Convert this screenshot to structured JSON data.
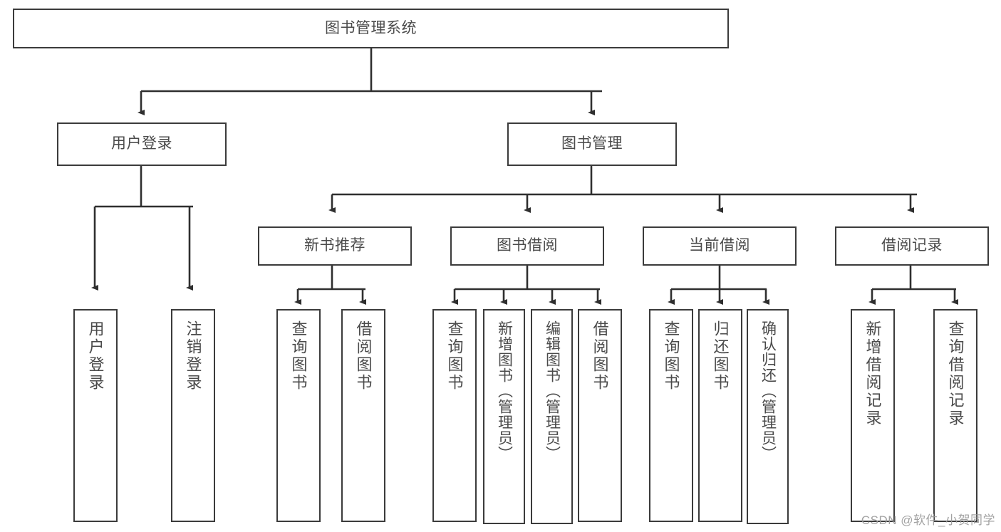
{
  "diagram": {
    "type": "tree-hierarchy",
    "title": "图书管理系统",
    "stroke_color": "#3b3b3b",
    "text_color": "#4a4a4a",
    "background_color": "#ffffff",
    "root": {
      "id": "root",
      "label": "图书管理系统",
      "orientation": "horizontal"
    },
    "level2": [
      {
        "id": "user-login",
        "label": "用户登录",
        "orientation": "horizontal"
      },
      {
        "id": "book-management",
        "label": "图书管理",
        "orientation": "horizontal"
      }
    ],
    "level3": [
      {
        "id": "new-book-recommend",
        "label": "新书推荐",
        "orientation": "horizontal"
      },
      {
        "id": "book-borrow",
        "label": "图书借阅",
        "orientation": "horizontal"
      },
      {
        "id": "current-borrow",
        "label": "当前借阅",
        "orientation": "horizontal"
      },
      {
        "id": "borrow-record",
        "label": "借阅记录",
        "orientation": "horizontal"
      }
    ],
    "leaves": {
      "user_login": [
        {
          "id": "leaf-user-login",
          "label": "用户登录",
          "orientation": "vertical"
        },
        {
          "id": "leaf-logout-login",
          "label": "注销登录",
          "orientation": "vertical"
        }
      ],
      "new_book_recommend": [
        {
          "id": "leaf-query-book-1",
          "label": "查询图书",
          "orientation": "vertical"
        },
        {
          "id": "leaf-borrow-book-1",
          "label": "借阅图书",
          "orientation": "vertical"
        }
      ],
      "book_borrow": [
        {
          "id": "leaf-query-book-2",
          "label": "查询图书",
          "orientation": "vertical"
        },
        {
          "id": "leaf-add-book",
          "label": "新增图书（管理员）",
          "orientation": "vertical"
        },
        {
          "id": "leaf-edit-book",
          "label": "编辑图书（管理员）",
          "orientation": "vertical"
        },
        {
          "id": "leaf-borrow-book-2",
          "label": "借阅图书",
          "orientation": "vertical"
        }
      ],
      "current_borrow": [
        {
          "id": "leaf-query-book-3",
          "label": "查询图书",
          "orientation": "vertical"
        },
        {
          "id": "leaf-return-book",
          "label": "归还图书",
          "orientation": "vertical"
        },
        {
          "id": "leaf-confirm-return",
          "label": "确认归还（管理员）",
          "orientation": "vertical"
        }
      ],
      "borrow_record": [
        {
          "id": "leaf-add-record",
          "label": "新增借阅记录",
          "orientation": "vertical"
        },
        {
          "id": "leaf-query-record",
          "label": "查询借阅记录",
          "orientation": "vertical"
        }
      ]
    }
  },
  "watermark": {
    "text": "CSDN @软件_小贺同学",
    "color": "#9b9b9b"
  }
}
